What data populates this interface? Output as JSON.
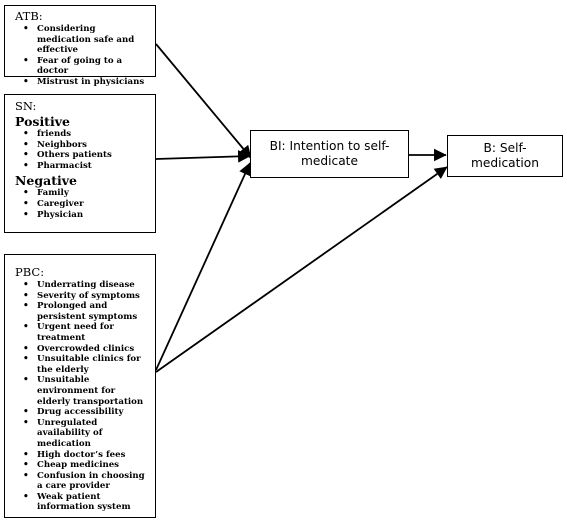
{
  "atb": {
    "title": "ATB:",
    "items": [
      "Considering medication safe and effective",
      "Fear of going to a doctor",
      "Mistrust in physicians"
    ]
  },
  "sn": {
    "title": "SN:",
    "positive_label": "Positive",
    "positive_items": [
      "friends",
      "Neighbors",
      "Others patients",
      "Pharmacist"
    ],
    "negative_label": "Negative",
    "negative_items": [
      "Family",
      "Caregiver",
      "Physician"
    ]
  },
  "pbc": {
    "title": "PBC:",
    "items": [
      "Underrating disease",
      "Severity of symptoms",
      "Prolonged and persistent symptoms",
      "Urgent need for treatment",
      "Overcrowded clinics",
      "Unsuitable clinics for the elderly",
      "Unsuitable environment for elderly transportation",
      "Drug accessibility",
      "Unregulated availability of medication",
      "High doctor’s fees",
      "Cheap medicines",
      "Confusion in choosing a care provider",
      "Weak patient information system"
    ]
  },
  "bi": {
    "label": "BI: Intention to self-medicate"
  },
  "behavior": {
    "label": "B: Self-medication"
  },
  "colors": {
    "stroke": "#000000",
    "background": "#ffffff"
  }
}
